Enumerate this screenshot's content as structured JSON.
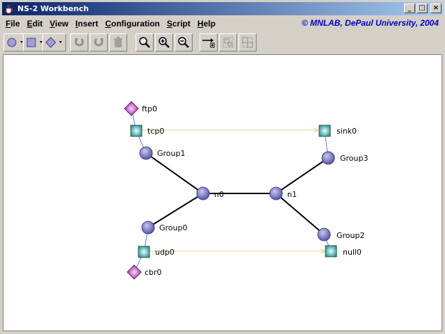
{
  "window": {
    "title": "NS-2 Workbench",
    "controls": {
      "minimize": "_",
      "maximize": "□",
      "close": "×"
    }
  },
  "menu": {
    "items": [
      {
        "mnemonic": "F",
        "rest": "ile"
      },
      {
        "mnemonic": "E",
        "rest": "dit"
      },
      {
        "mnemonic": "V",
        "rest": "iew"
      },
      {
        "mnemonic": "I",
        "rest": "nsert"
      },
      {
        "mnemonic": "C",
        "rest": "onfiguration"
      },
      {
        "mnemonic": "S",
        "rest": "cript"
      },
      {
        "mnemonic": "H",
        "rest": "elp"
      }
    ],
    "copyright": "© MNLAB, DePaul University, 2004"
  },
  "toolbar": {
    "buttons": [
      "node-tool",
      "agent-tool",
      "app-tool",
      "undo",
      "redo",
      "delete",
      "zoom",
      "zoom-in",
      "zoom-out",
      "add-link",
      "group",
      "ungroup"
    ]
  },
  "colors": {
    "node": "#8080c8",
    "agent": "#48a8a8",
    "app": "#b040b0",
    "traffic_link": "#f0c890",
    "attach_link": "#7080c8"
  },
  "topology": {
    "nodes": [
      {
        "name": "n0",
        "label": "n0"
      },
      {
        "name": "n1",
        "label": "n1"
      },
      {
        "name": "group0",
        "label": "Group0"
      },
      {
        "name": "group1",
        "label": "Group1"
      },
      {
        "name": "group2",
        "label": "Group2"
      },
      {
        "name": "group3",
        "label": "Group3"
      }
    ],
    "agents": [
      {
        "name": "tcp0",
        "label": "tcp0"
      },
      {
        "name": "udp0",
        "label": "udp0"
      },
      {
        "name": "sink0",
        "label": "sink0"
      },
      {
        "name": "null0",
        "label": "null0"
      }
    ],
    "apps": [
      {
        "name": "ftp0",
        "label": "ftp0"
      },
      {
        "name": "cbr0",
        "label": "cbr0"
      }
    ]
  }
}
